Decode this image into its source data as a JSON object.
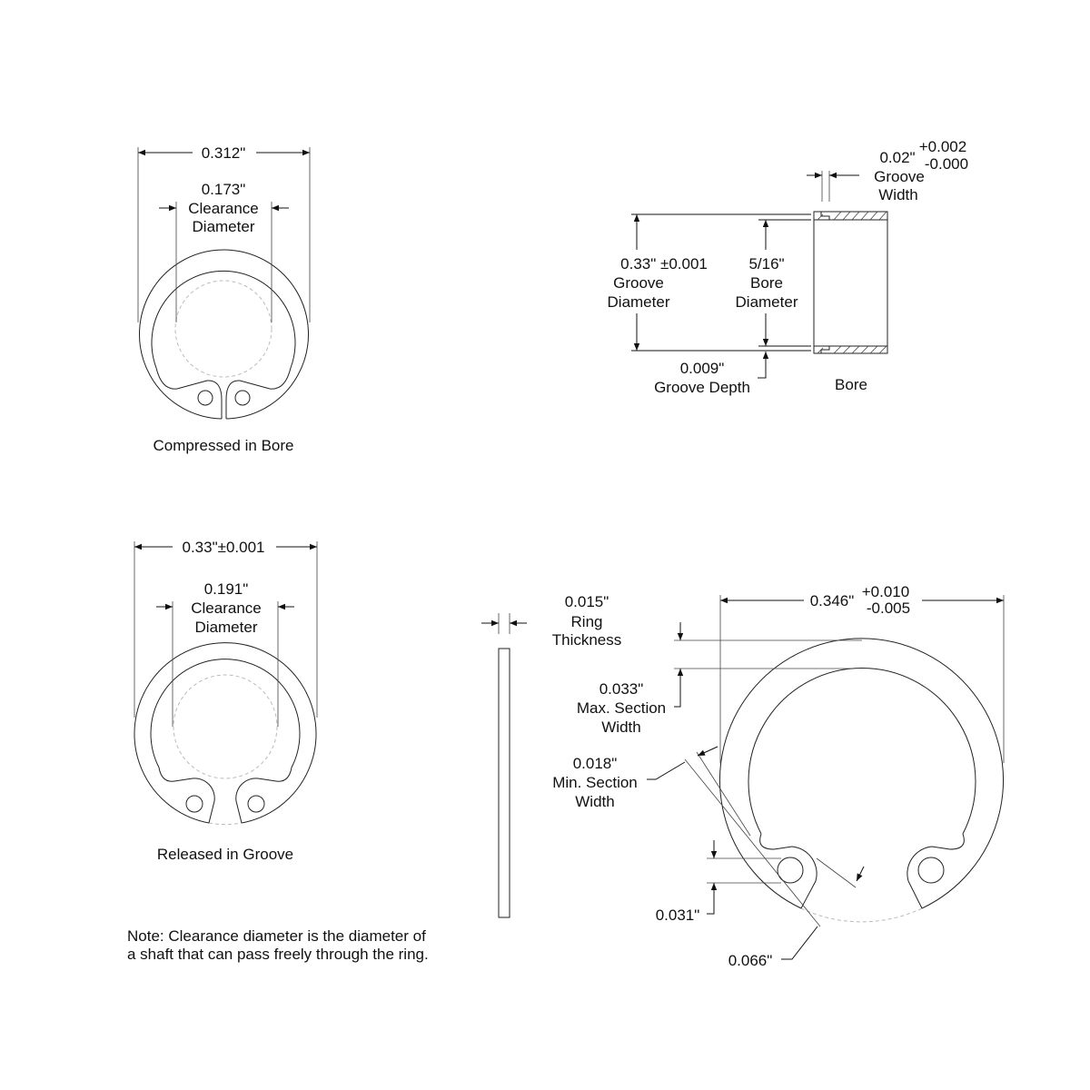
{
  "compressed": {
    "outer_dim": "0.312\"",
    "clearance_value": "0.173\"",
    "clearance_label1": "Clearance",
    "clearance_label2": "Diameter",
    "caption": "Compressed in Bore"
  },
  "released": {
    "outer_dim": "0.33\"±0.001",
    "clearance_value": "0.191\"",
    "clearance_label1": "Clearance",
    "clearance_label2": "Diameter",
    "caption": "Released in Groove"
  },
  "note": {
    "line1": "Note: Clearance diameter is the diameter of",
    "line2": "a shaft that can pass freely through the ring."
  },
  "bore": {
    "groove_width_value": "0.02\"",
    "groove_width_tol_plus": "+0.002",
    "groove_width_tol_minus": "-0.000",
    "groove_width_label1": "Groove",
    "groove_width_label2": "Width",
    "groove_dia_value": "0.33\" ±0.001",
    "groove_dia_label1": "Groove",
    "groove_dia_label2": "Diameter",
    "bore_dia_value": "5/16\"",
    "bore_dia_label1": "Bore",
    "bore_dia_label2": "Diameter",
    "groove_depth_value": "0.009\"",
    "groove_depth_label": "Groove Depth",
    "caption": "Bore"
  },
  "thickness": {
    "value": "0.015\"",
    "label1": "Ring",
    "label2": "Thickness"
  },
  "detail": {
    "free_dia_value": "0.346\"",
    "free_dia_tol_plus": "+0.010",
    "free_dia_tol_minus": "-0.005",
    "max_section_value": "0.033\"",
    "max_section_label1": "Max. Section",
    "max_section_label2": "Width",
    "min_section_value": "0.018\"",
    "min_section_label1": "Min. Section",
    "min_section_label2": "Width",
    "hole_dia_value": "0.031\"",
    "lug_value": "0.066\""
  }
}
